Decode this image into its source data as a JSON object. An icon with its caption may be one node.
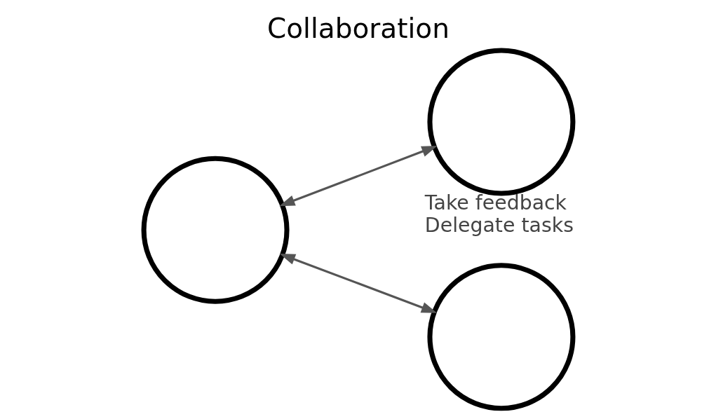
{
  "diagram": {
    "title": "Collaboration",
    "nodes": [
      {
        "text": [],
        "shape": "person"
      },
      {
        "text": [],
        "shape": "person",
        "beside": [
          "Take feedback",
          "Delegate tasks"
        ]
      },
      {
        "text": [],
        "shape": "person"
      }
    ],
    "edges": [
      {
        "from": 0,
        "to": 1,
        "arrow": "both"
      },
      {
        "from": 0,
        "to": 2,
        "arrow": "both"
      }
    ]
  }
}
